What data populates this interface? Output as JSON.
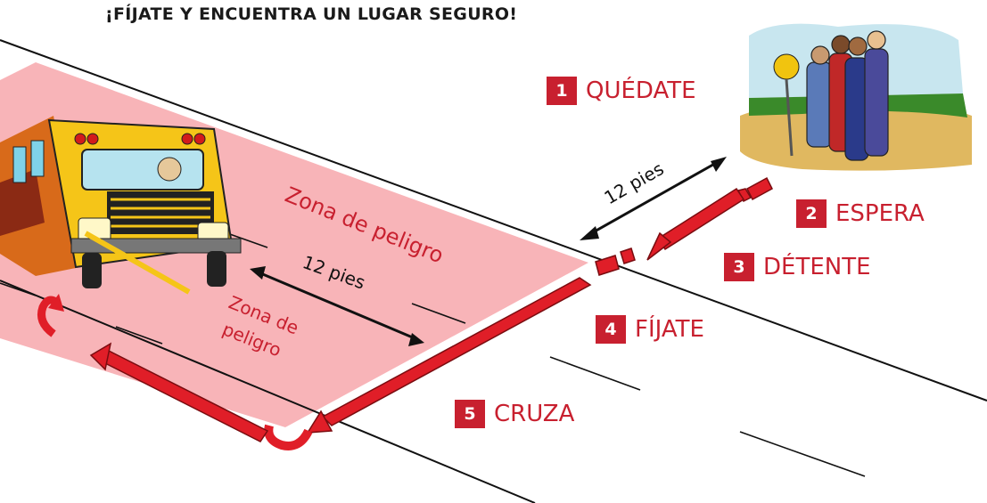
{
  "title": "¡FÍJATE Y ENCUENTRA UN LUGAR SEGURO!",
  "steps": [
    {
      "num": "1",
      "label": "QUÉDATE"
    },
    {
      "num": "2",
      "label": "ESPERA"
    },
    {
      "num": "3",
      "label": "DÉTENTE"
    },
    {
      "num": "4",
      "label": "FÍJATE"
    },
    {
      "num": "5",
      "label": "CRUZA"
    }
  ],
  "labels": {
    "danger_zone_large": "Zona de peligro",
    "danger_zone_small_line1": "Zona de",
    "danger_zone_small_line2": "peligro",
    "distance_curb": "12 pies",
    "distance_front": "12 pies"
  },
  "colors": {
    "accent_red": "#c8202f",
    "danger_zone_pink": "#f8b4b8",
    "arrow_red": "#e01e28",
    "bus_yellow": "#f5c518",
    "bus_orange": "#d86a1a"
  }
}
